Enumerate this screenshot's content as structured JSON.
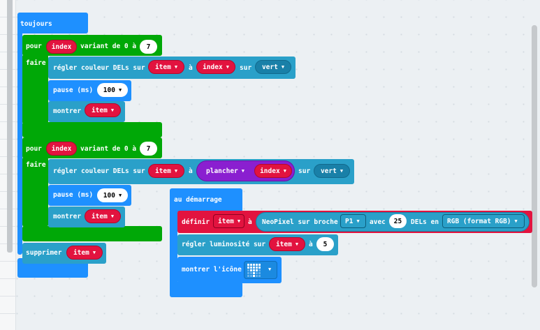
{
  "forever": {
    "label": "toujours"
  },
  "loop1": {
    "pour": "pour",
    "var": "index",
    "range": "variant de 0 à",
    "to": "7",
    "faire": "faire",
    "set_color": {
      "label": "régler couleur DELs sur",
      "target": "item",
      "a": "à",
      "color": "index",
      "sur": "sur",
      "channel": "vert"
    },
    "pause": {
      "label": "pause (ms)",
      "value": "100"
    },
    "show": {
      "label": "montrer",
      "target": "item"
    }
  },
  "loop2": {
    "pour": "pour",
    "var": "index",
    "range": "variant de 0 à",
    "to": "7",
    "faire": "faire",
    "set_color": {
      "label": "régler couleur DELs sur",
      "target": "item",
      "a": "à",
      "fn": "plancher",
      "color": "index",
      "sur": "sur",
      "channel": "vert"
    },
    "pause": {
      "label": "pause (ms)",
      "value": "100"
    },
    "show": {
      "label": "montrer",
      "target": "item"
    }
  },
  "delete": {
    "label": "supprimer",
    "target": "item"
  },
  "on_start": {
    "label": "au démarrage",
    "define": {
      "label": "définir",
      "target": "item",
      "a": "à",
      "neopixel": "NeoPixel sur broche",
      "pin": "P1",
      "avec": "avec",
      "count": "25",
      "dels": "DELs en",
      "mode": "RGB (format RGB)"
    },
    "brightness": {
      "label": "régler luminosité sur",
      "target": "item",
      "a": "à",
      "value": "5"
    },
    "show_icon": {
      "label": "montrer l'icône",
      "icon": "heart-icon"
    }
  },
  "colors": {
    "event": "#1e90ff",
    "loop": "#00a807",
    "variable": "#e2133f",
    "math": "#8a1fd0",
    "neopixel": "#2aa0c9"
  }
}
